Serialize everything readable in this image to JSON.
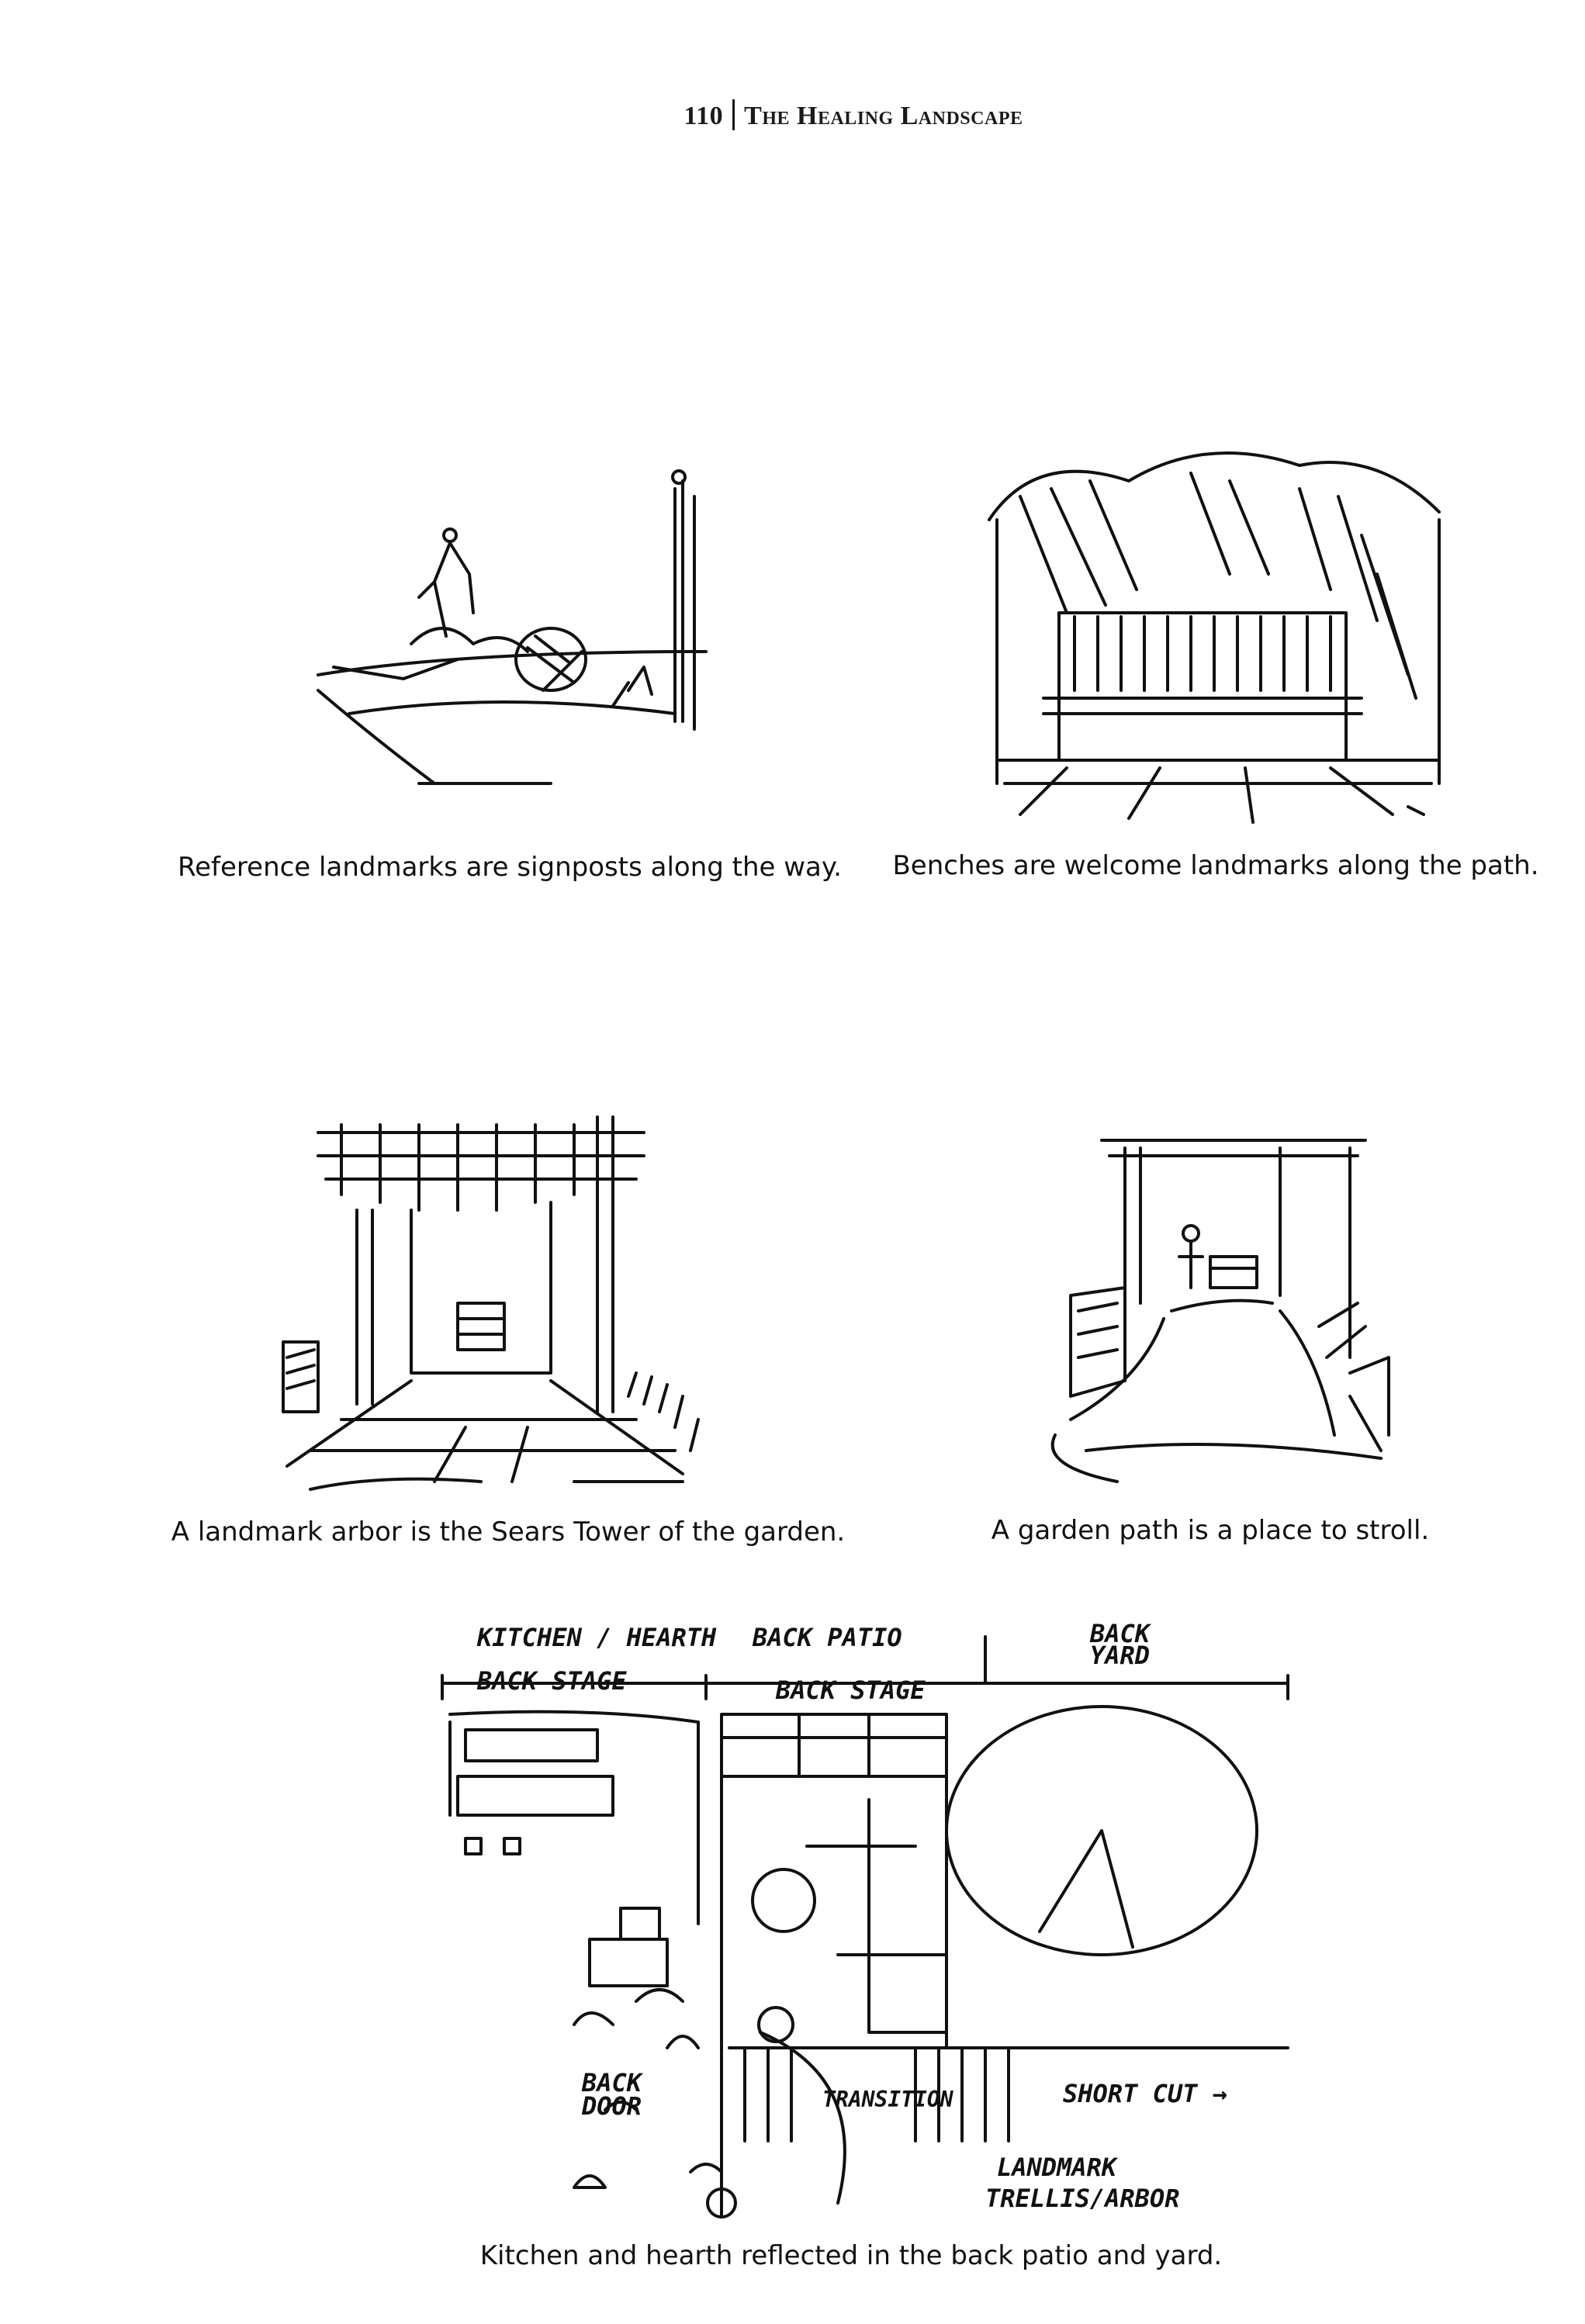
{
  "header": {
    "page_number": "110",
    "book_title": "The Healing Landscape"
  },
  "figures": [
    {
      "caption": "Reference landmarks are signposts along the way."
    },
    {
      "caption": "Benches are welcome landmarks along the path."
    },
    {
      "caption": "A landmark arbor is the Sears Tower of the garden."
    },
    {
      "caption": "A garden path is a place to stroll."
    },
    {
      "caption": "Kitchen and hearth reflected in the back patio and yard."
    }
  ],
  "plan_labels": {
    "kitchen": "KITCHEN / HEARTH",
    "patio": "BACK PATIO",
    "yard": "BACK YARD",
    "stage1": "BACK STAGE",
    "stage2": "BACK STAGE",
    "door": "BACK DOOR",
    "transition": "TRANSITION",
    "shortcut": "SHORT CUT →",
    "landmark": "LANDMARK",
    "trellis": "TRELLIS/ARBOR"
  }
}
